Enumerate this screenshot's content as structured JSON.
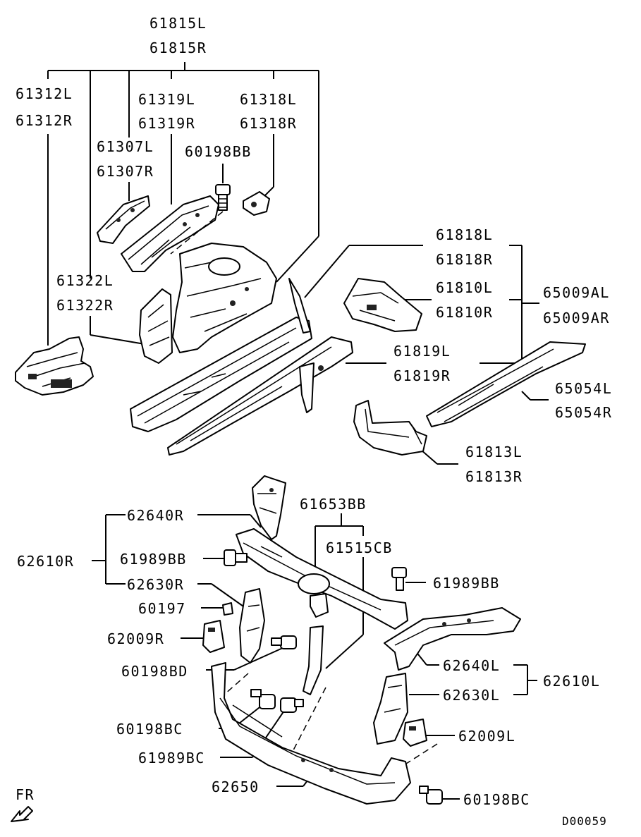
{
  "labels": {
    "p61815": [
      "61815L",
      "61815R"
    ],
    "p61312": [
      "61312L",
      "61312R"
    ],
    "p61319": [
      "61319L",
      "61319R"
    ],
    "p61318": [
      "61318L",
      "61318R"
    ],
    "p61307": [
      "61307L",
      "61307R"
    ],
    "p60198bb": "60198BB",
    "p61322": [
      "61322L",
      "61322R"
    ],
    "p61818": [
      "61818L",
      "61818R"
    ],
    "p61810": [
      "61810L",
      "61810R"
    ],
    "p65009": [
      "65009AL",
      "65009AR"
    ],
    "p61819": [
      "61819L",
      "61819R"
    ],
    "p65054": [
      "65054L",
      "65054R"
    ],
    "p61813": [
      "61813L",
      "61813R"
    ],
    "p62640r": "62640R",
    "p61653bb": "61653BB",
    "p62610r": "62610R",
    "p61989bb_a": "61989BB",
    "p61515cb": "61515CB",
    "p61989bb_b": "61989BB",
    "p62630r": "62630R",
    "p60197": "60197",
    "p62009r": "62009R",
    "p60198bd": "60198BD",
    "p62640l": "62640L",
    "p62610l": "62610L",
    "p62630l": "62630L",
    "p62009l": "62009L",
    "p60198bc_a": "60198BC",
    "p61989bc": "61989BC",
    "p62650": "62650",
    "p60198bc_b": "60198BC"
  },
  "orientation_label": "FR",
  "diagram_code": "D00059"
}
